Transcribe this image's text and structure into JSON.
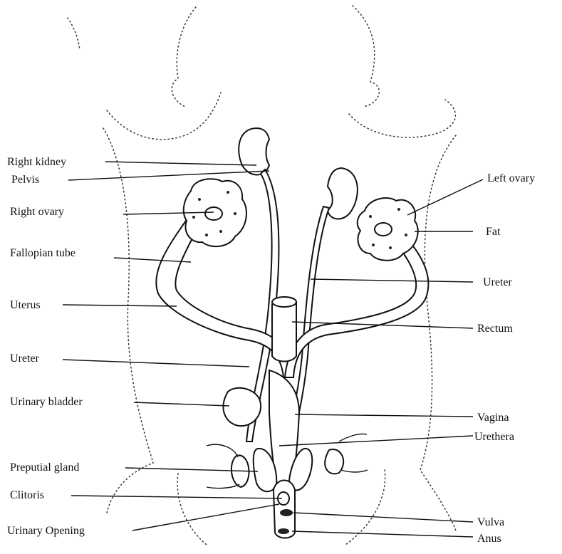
{
  "labels": {
    "right_kidney": "Right kidney",
    "pelvis": "Pelvis",
    "right_ovary": "Right ovary",
    "fallopian_tube": "Fallopian tube",
    "uterus": "Uterus",
    "ureter_left": "Ureter",
    "urinary_bladder": "Urinary bladder",
    "preputial_gland": "Preputial gland",
    "clitoris": "Clitoris",
    "urinary_opening": "Urinary Opening",
    "left_ovary": "Left ovary",
    "fat": "Fat",
    "ureter_right": "Ureter",
    "rectum": "Rectum",
    "vagina": "Vagina",
    "urethra": "Urethera",
    "vulva": "Vulva",
    "anus": "Anus"
  }
}
